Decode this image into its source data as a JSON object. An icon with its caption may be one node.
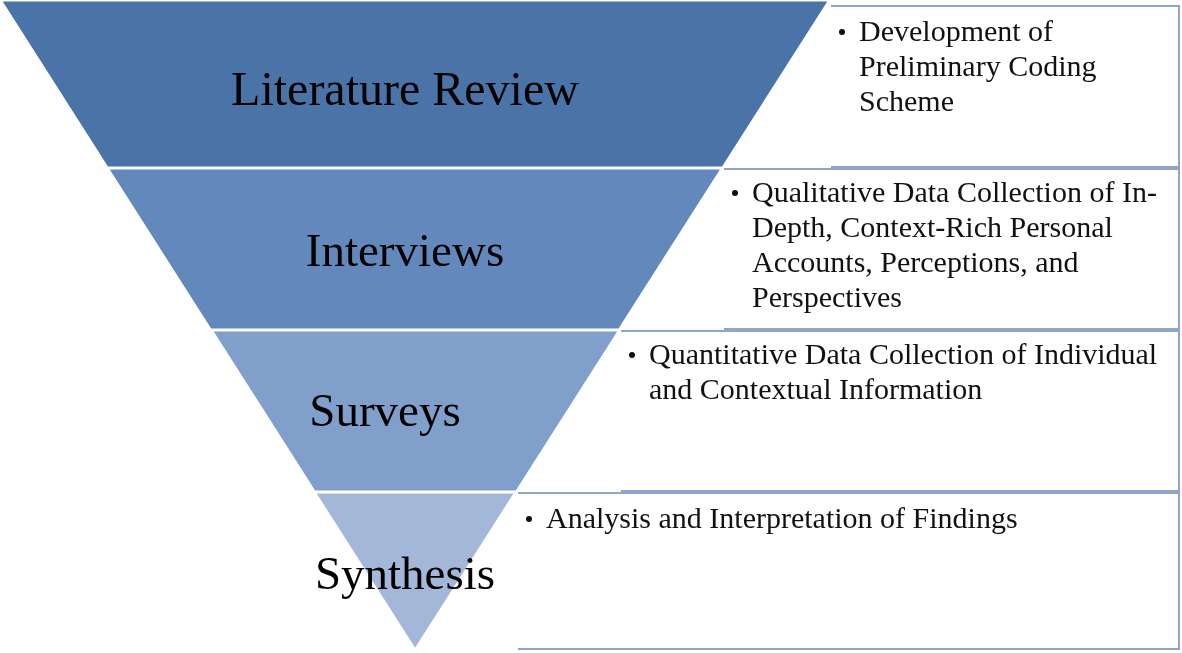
{
  "diagram": {
    "nodes": [
      {
        "text": [
          "Literature Review"
        ]
      },
      {
        "text": [
          "Interviews"
        ]
      },
      {
        "text": [
          "Surveys"
        ]
      },
      {
        "text": [
          "Synthesis"
        ]
      },
      {
        "text": [
          "Development of Preliminary Coding Scheme"
        ]
      },
      {
        "text": [
          "Qualitative Data Collection of In-Depth, Context-Rich Personal Accounts, Perceptions, and Perspectives"
        ]
      },
      {
        "text": [
          "Quantitative Data Collection of Individual and Contextual Information"
        ]
      },
      {
        "text": [
          "Analysis and Interpretation of Findings"
        ]
      }
    ]
  }
}
